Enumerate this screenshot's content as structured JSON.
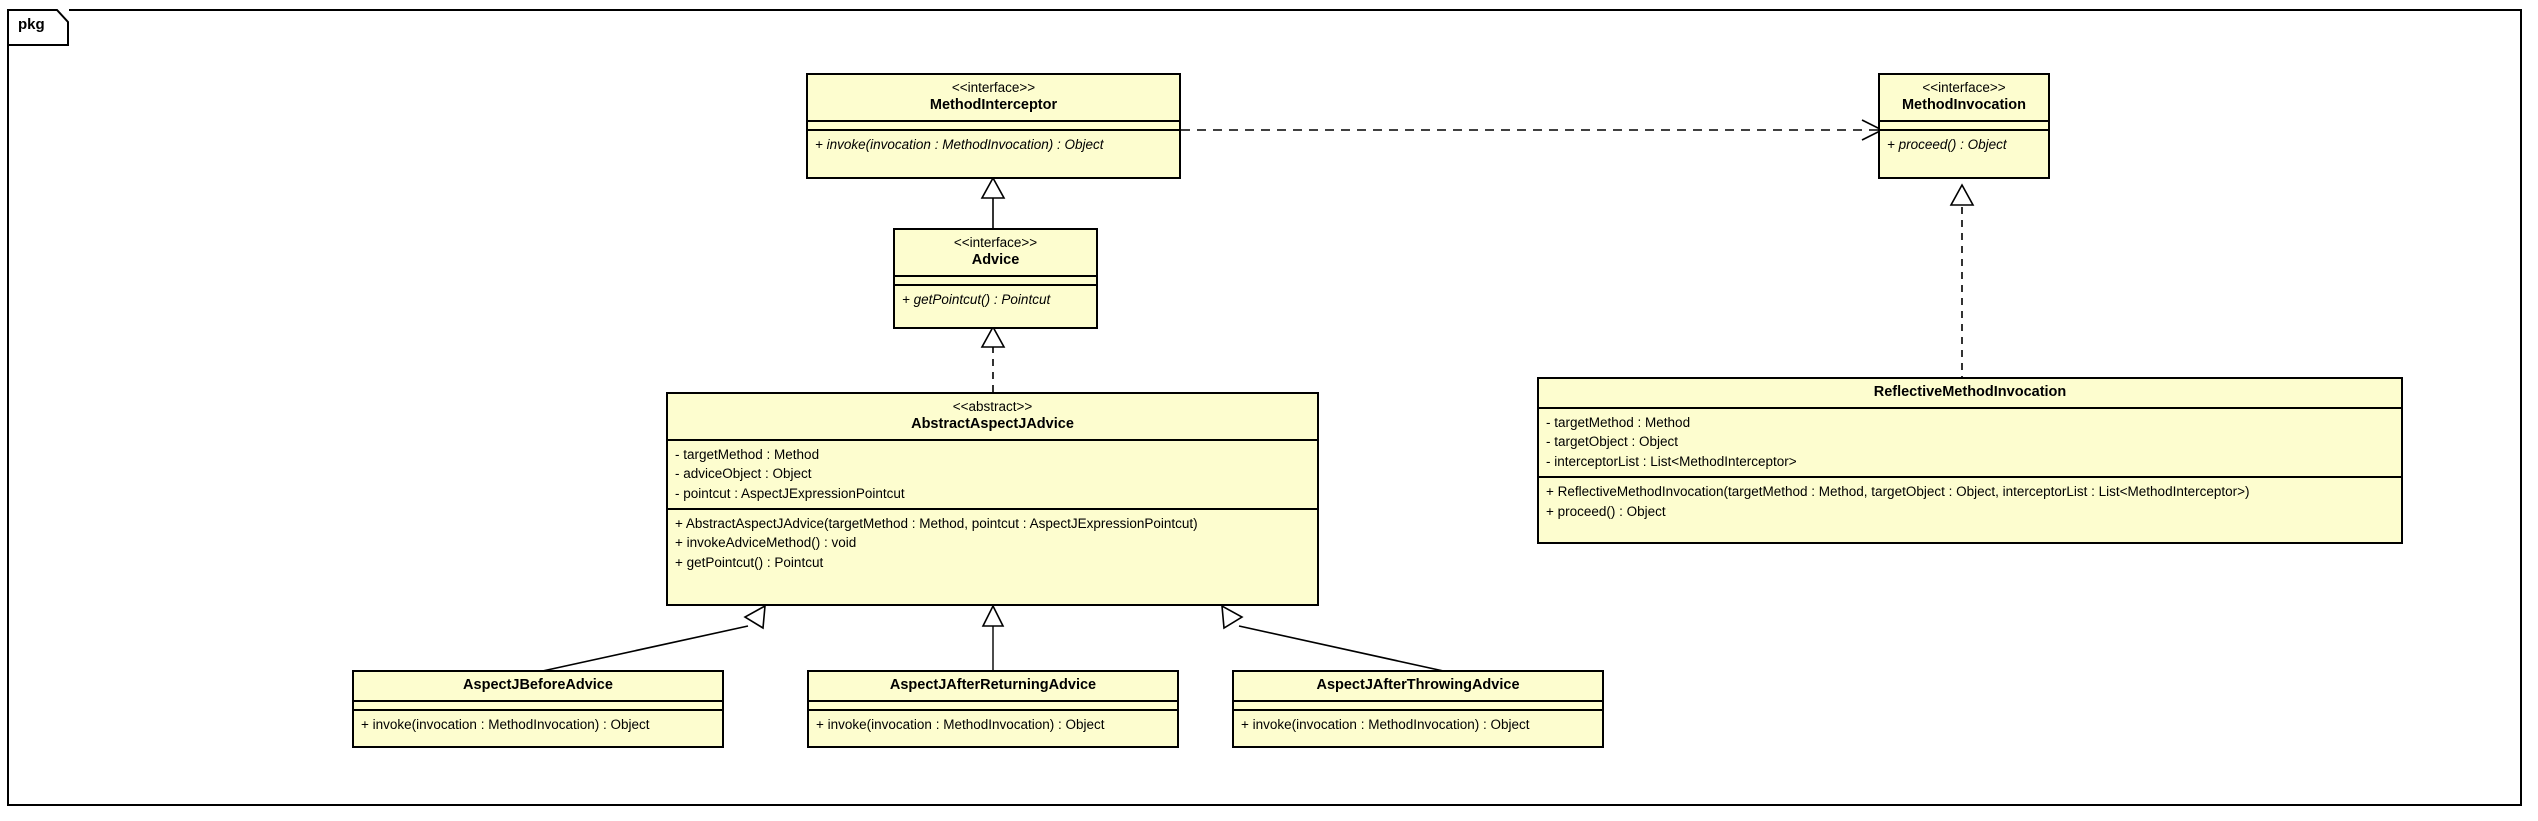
{
  "frame": {
    "tab_label": "pkg",
    "type": "package-frame"
  },
  "colors": {
    "class_fill": "#FDFDCF",
    "border": "#000000",
    "background": "#FFFFFF",
    "text": "#000000"
  },
  "classes": [
    {
      "id": "method-interceptor",
      "stereotype": "<<interface>>",
      "name": "MethodInterceptor",
      "attributes": [],
      "operations": [
        "+ invoke(invocation : MethodInvocation) : Object"
      ],
      "operations_italic": true
    },
    {
      "id": "method-invocation",
      "stereotype": "<<interface>>",
      "name": "MethodInvocation",
      "attributes": [],
      "operations": [
        "+ proceed() : Object"
      ],
      "operations_italic": true
    },
    {
      "id": "advice",
      "stereotype": "<<interface>>",
      "name": "Advice",
      "attributes": [],
      "operations": [
        "+ getPointcut() : Pointcut"
      ],
      "operations_italic": true
    },
    {
      "id": "abstract-aspectj-advice",
      "stereotype": "<<abstract>>",
      "name": "AbstractAspectJAdvice",
      "attributes": [
        "- targetMethod : Method",
        "- adviceObject : Object",
        "- pointcut : AspectJExpressionPointcut"
      ],
      "operations": [
        "+ AbstractAspectJAdvice(targetMethod : Method, pointcut : AspectJExpressionPointcut)",
        "+ invokeAdviceMethod() : void",
        "+ getPointcut() : Pointcut"
      ],
      "operations_italic": false
    },
    {
      "id": "reflective-method-invocation",
      "stereotype": "",
      "name": "ReflectiveMethodInvocation",
      "attributes": [
        "- targetMethod : Method",
        "- targetObject : Object",
        "- interceptorList : List<MethodInterceptor>"
      ],
      "operations": [
        "+ ReflectiveMethodInvocation(targetMethod : Method, targetObject : Object, interceptorList : List<MethodInterceptor>)",
        "+ proceed() : Object"
      ],
      "operations_italic": false
    },
    {
      "id": "aspectj-before-advice",
      "stereotype": "",
      "name": "AspectJBeforeAdvice",
      "attributes": [],
      "operations": [
        "+ invoke(invocation : MethodInvocation) : Object"
      ],
      "operations_italic": false
    },
    {
      "id": "aspectj-after-returning-advice",
      "stereotype": "",
      "name": "AspectJAfterReturningAdvice",
      "attributes": [],
      "operations": [
        "+ invoke(invocation : MethodInvocation) : Object"
      ],
      "operations_italic": false
    },
    {
      "id": "aspectj-after-throwing-advice",
      "stereotype": "",
      "name": "AspectJAfterThrowingAdvice",
      "attributes": [],
      "operations": [
        "+ invoke(invocation : MethodInvocation) : Object"
      ],
      "operations_italic": false
    }
  ],
  "relationships": [
    {
      "id": "dep-interceptor-invocation",
      "type": "dependency",
      "from": "MethodInterceptor",
      "to": "MethodInvocation",
      "line": "dashed",
      "arrow": "open-arrow"
    },
    {
      "id": "gen-advice-interceptor",
      "type": "generalization",
      "from": "Advice",
      "to": "MethodInterceptor",
      "line": "solid",
      "arrow": "hollow-triangle"
    },
    {
      "id": "real-abstract-advice",
      "type": "realization",
      "from": "AbstractAspectJAdvice",
      "to": "Advice",
      "line": "dashed",
      "arrow": "hollow-triangle"
    },
    {
      "id": "real-reflective-invocation",
      "type": "realization",
      "from": "ReflectiveMethodInvocation",
      "to": "MethodInvocation",
      "line": "dashed",
      "arrow": "hollow-triangle"
    },
    {
      "id": "gen-before-abstract",
      "type": "generalization",
      "from": "AspectJBeforeAdvice",
      "to": "AbstractAspectJAdvice",
      "line": "solid",
      "arrow": "hollow-triangle"
    },
    {
      "id": "gen-afterreturning-abstract",
      "type": "generalization",
      "from": "AspectJAfterReturningAdvice",
      "to": "AbstractAspectJAdvice",
      "line": "solid",
      "arrow": "hollow-triangle"
    },
    {
      "id": "gen-afterthrowing-abstract",
      "type": "generalization",
      "from": "AspectJAfterThrowingAdvice",
      "to": "AbstractAspectJAdvice",
      "line": "solid",
      "arrow": "hollow-triangle"
    }
  ]
}
